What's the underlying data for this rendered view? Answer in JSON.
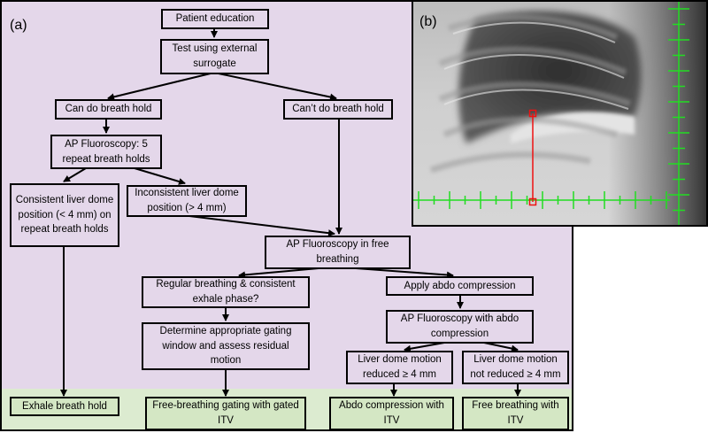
{
  "labels": {
    "a": "(a)",
    "b": "(b)"
  },
  "boxes": {
    "patient_education": "Patient education",
    "test_external": "Test using external surrogate",
    "can_hold": "Can do breath hold",
    "cant_hold": "Can’t do breath hold",
    "ap_fluoro_5": "AP Fluoroscopy: 5 repeat breath holds",
    "consistent_liver": "Consistent liver dome position (< 4 mm) on repeat breath holds",
    "inconsistent_liver": "Inconsistent liver dome position (> 4 mm)",
    "ap_fluoro_free": "AP Fluoroscopy in free breathing",
    "regular_breathing": "Regular breathing & consistent exhale phase?",
    "apply_abdo": "Apply abdo compression",
    "determine_gating": "Determine appropriate gating window and assess residual motion",
    "ap_fluoro_abdo": "AP Fluoroscopy with abdo compression",
    "liver_reduced": "Liver dome motion reduced ≥ 4 mm",
    "liver_not_reduced": "Liver dome motion not reduced ≥ 4 mm",
    "exhale_hold": "Exhale breath hold",
    "free_gating": "Free-breathing gating with gated ITV",
    "abdo_itv": "Abdo compression with ITV",
    "free_itv": "Free breathing with ITV"
  },
  "colors": {
    "panel_bg": "#e4d7ea",
    "result_bg": "#d4e7c4",
    "marker_green": "#22dd22",
    "marker_red": "#ee1111"
  }
}
